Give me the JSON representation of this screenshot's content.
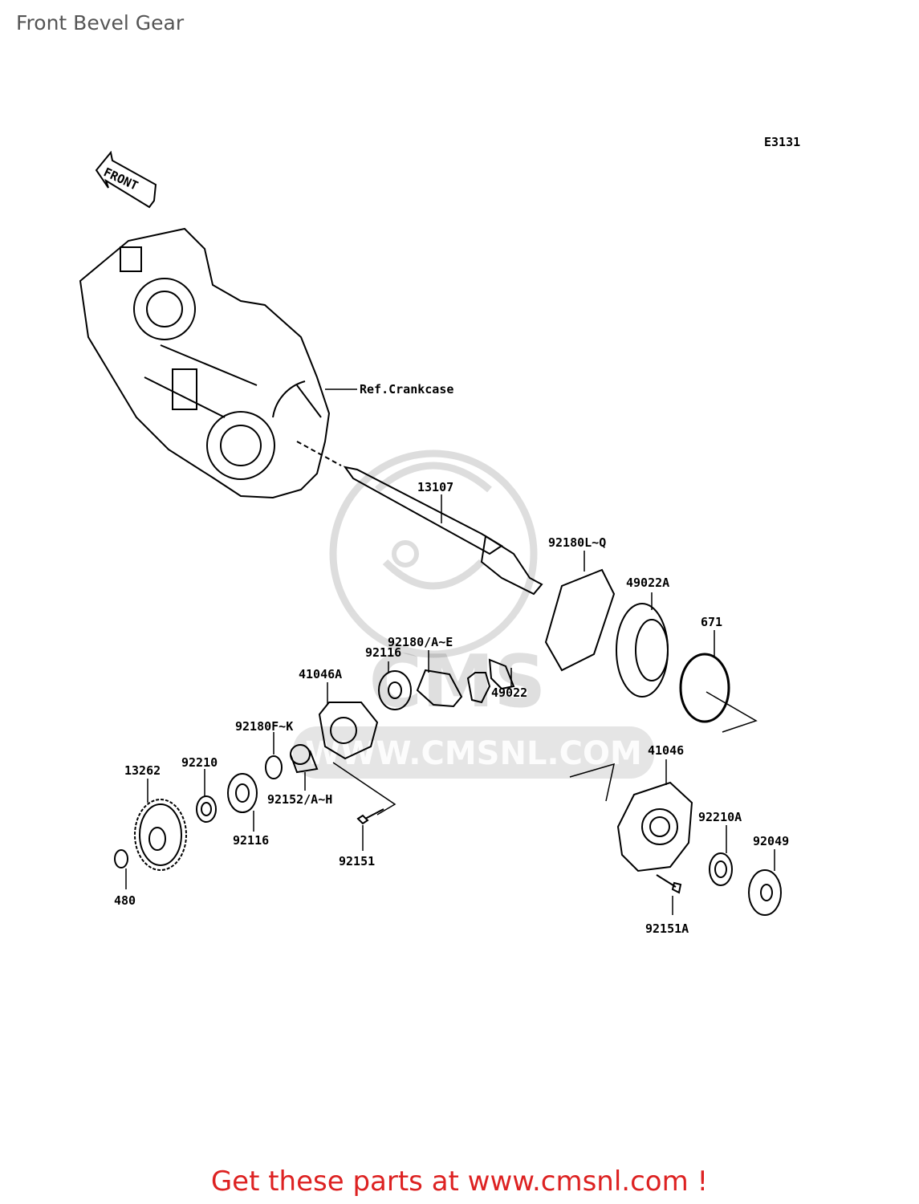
{
  "page": {
    "title": "Front Bevel Gear"
  },
  "diagram": {
    "code": "E3131",
    "front_arrow": "FRONT",
    "ref_label": "Ref.Crankcase",
    "watermark": {
      "text": "WWW.CMSNL.COM",
      "logo": "CMS"
    },
    "parts": [
      {
        "id": "13107"
      },
      {
        "id": "92180L~Q"
      },
      {
        "id": "49022A"
      },
      {
        "id": "671"
      },
      {
        "id": "92180/A~E"
      },
      {
        "id": "92116"
      },
      {
        "id": "41046A"
      },
      {
        "id": "49022"
      },
      {
        "id": "92180F~K"
      },
      {
        "id": "92210"
      },
      {
        "id": "13262"
      },
      {
        "id": "92152/A~H"
      },
      {
        "id": "92116"
      },
      {
        "id": "92151"
      },
      {
        "id": "480"
      },
      {
        "id": "41046"
      },
      {
        "id": "92210A"
      },
      {
        "id": "92049"
      },
      {
        "id": "92151A"
      }
    ]
  },
  "footer": {
    "link_text": "Get these parts at www.cmsnl.com !"
  }
}
